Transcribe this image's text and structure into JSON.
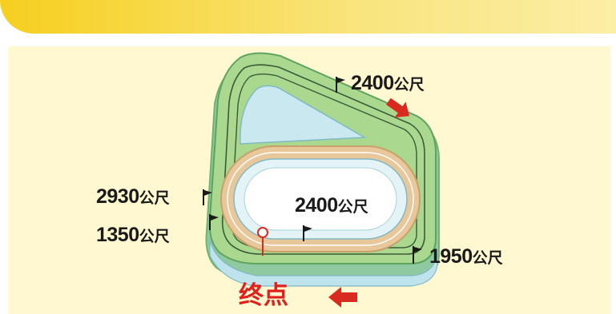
{
  "markers": [
    {
      "num": "2400",
      "unit": "公尺"
    },
    {
      "num": "2930",
      "unit": "公尺"
    },
    {
      "num": "1350",
      "unit": "公尺"
    },
    {
      "num": "2400",
      "unit": "公尺"
    },
    {
      "num": "1950",
      "unit": "公尺"
    }
  ],
  "finish_label": "终点",
  "colors": {
    "turf": "#a9d88e",
    "turf_edge": "#6fb56a",
    "rail": "#3c5a3a",
    "dirt": "#e8c79a",
    "inner_blue": "#c9e8ef",
    "arrow_red": "#d92a1f",
    "finish_red": "#e0201c"
  },
  "icons": [
    "start-flag-icon",
    "finish-post-icon",
    "direction-arrow-icon"
  ]
}
